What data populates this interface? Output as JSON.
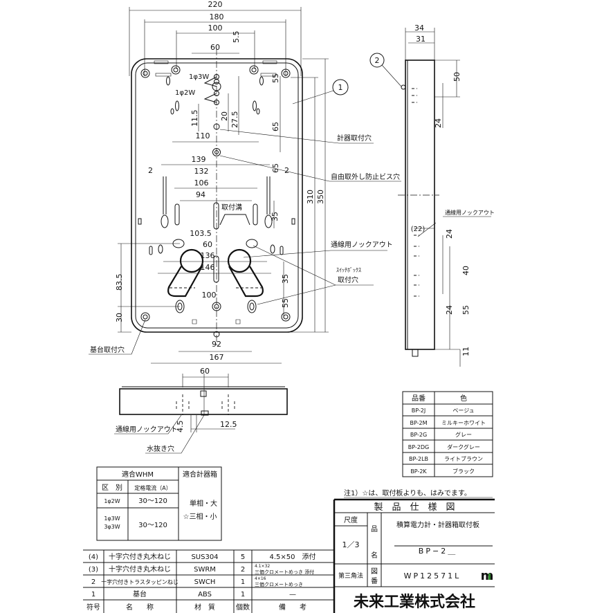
{
  "front_view": {
    "dims": {
      "w220": "220",
      "w180": "180",
      "w100": "100",
      "w60": "60",
      "v5_5": "5.5",
      "v55": "55",
      "v65a": "65",
      "v65b": "65",
      "h2a": "2",
      "h2b": "2",
      "v11_5": "11.5",
      "v20": "20",
      "v27_5": "27.5",
      "h110": "110",
      "h139": "139",
      "h132": "132",
      "h106": "106",
      "h94": "94",
      "v35a": "35",
      "h103_5": "103.5",
      "h60b": "60",
      "h136": "136",
      "h146": "146",
      "v35b": "35",
      "v55b": "55",
      "h100b": "100",
      "v83_5": "83.5",
      "v30": "30",
      "h92": "92",
      "h167": "167",
      "v310": "310",
      "v350": "350"
    },
    "labels": {
      "phase_1p3w": "1φ3W",
      "phase_1p2w": "1φ2W",
      "mount_groove": "取付溝",
      "meter_mount_hole": "計器取付穴",
      "anti_removal_screw_hole": "自由取外し防止ビス穴",
      "wiring_knockout": "通線用ノックアウト",
      "switch_box_1": "ｽｲｯﾁﾎﾞｯｸｽ",
      "switch_box_2": "取付穴",
      "base_mount_hole": "基台取付穴"
    },
    "callout_1": "1"
  },
  "side_view": {
    "dims": {
      "w34": "34",
      "w31": "31",
      "v50": "50",
      "v24a": "24",
      "w22": "(22)",
      "v24b": "24",
      "v40": "40",
      "v24c": "24",
      "v55": "55",
      "v11": "11"
    },
    "wiring_knockout": "通線用ノックアウト",
    "callout_2": "2"
  },
  "bottom_view": {
    "dims": {
      "w60": "60",
      "v4_5": "4.5",
      "w12_5": "12.5"
    },
    "wiring_knockout": "通線用ノックアウト",
    "drain_hole": "水抜き穴"
  },
  "color_table": {
    "headers": [
      "品番",
      "色"
    ],
    "rows": [
      [
        "BP-2J",
        "ベージュ"
      ],
      [
        "BP-2M",
        "ミルキーホワイト"
      ],
      [
        "BP-2G",
        "グレー"
      ],
      [
        "BP-2DG",
        "ダークグレー"
      ],
      [
        "BP-2LB",
        "ライトブラウン"
      ],
      [
        "BP-2K",
        "ブラック"
      ]
    ]
  },
  "whm_table": {
    "header_whm": "適合WHM",
    "header_box": "適合計器箱",
    "col_type": "区　別",
    "col_current": "定格電流（A）",
    "rows": [
      {
        "type": "1φ2W",
        "current": "30〜120"
      },
      {
        "type1": "1φ3W",
        "type2": "3φ3W",
        "current": "30〜120"
      }
    ],
    "box_1": "単相・大",
    "box_2": "☆三相・小"
  },
  "note": "注1）☆は、取付板よりも、はみでます。",
  "parts_table": {
    "rows": [
      {
        "no": "(4)",
        "name": "十字穴付き丸木ねじ",
        "material": "SUS304",
        "qty": "5",
        "remark": "4.5×50　添付"
      },
      {
        "no": "(3)",
        "name": "十字穴付き丸木ねじ",
        "material": "SWRM",
        "qty": "2",
        "remark_top": "4.1×32",
        "remark": "三価クロメートめっき 添付"
      },
      {
        "no": "2",
        "name": "十字穴付きトラスタッピンねじ",
        "material": "SWCH",
        "qty": "1",
        "remark_top": "4×16",
        "remark": "三価クロメートめっき"
      },
      {
        "no": "1",
        "name": "基台",
        "material": "ABS",
        "qty": "1",
        "remark": "—"
      }
    ],
    "headers": {
      "no": "符号",
      "name": "名　　称",
      "material": "材　質",
      "qty": "個数",
      "remark": "備　　考"
    }
  },
  "title_block": {
    "title": "製　品　仕　様　図",
    "scale_label": "尺度",
    "scale": "1／3",
    "name_label_1": "品",
    "name_label_2": "名",
    "product_name": "積算電力計・計器箱取付板",
    "product_code": "BP−2＿",
    "projection": "第三角法",
    "drawing_no_label_1": "図",
    "drawing_no_label_2": "番",
    "drawing_no": "WP12571L",
    "logo_text": "m",
    "company": "未来工業株式会社",
    "logo_color": "#2e8b2e"
  }
}
